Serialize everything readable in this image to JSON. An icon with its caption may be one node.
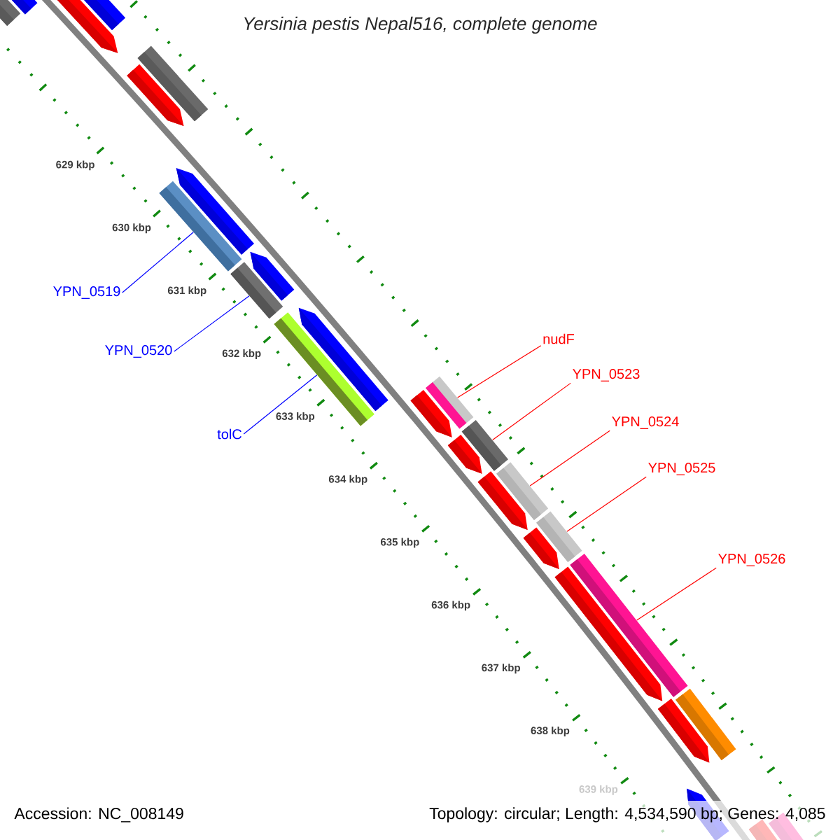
{
  "diagram": {
    "title": "Yersinia pestis Nepal516, complete genome",
    "nodes": [
      {
        "text": [
          "YPN_0519"
        ]
      },
      {
        "text": [],
        "shape": "bar"
      },
      {
        "text": [
          "YPN_0520"
        ]
      },
      {
        "text": [],
        "shape": "bar"
      },
      {
        "text": [
          "tolC"
        ]
      },
      {
        "text": [],
        "shape": "bar"
      },
      {
        "text": [
          "nudF"
        ]
      },
      {
        "text": [],
        "shape": "bar"
      },
      {
        "text": [
          "YPN_0523"
        ]
      },
      {
        "text": [],
        "shape": "bar"
      },
      {
        "text": [
          "YPN_0524"
        ]
      },
      {
        "text": [],
        "shape": "bar"
      },
      {
        "text": [
          "YPN_0525"
        ]
      },
      {
        "text": [],
        "shape": "bar"
      },
      {
        "text": [
          "YPN_0526"
        ]
      },
      {
        "text": [],
        "shape": "bar"
      }
    ],
    "edges": [
      {
        "from": 0,
        "to": 1,
        "arrow": "none",
        "color": "#0000ff"
      },
      {
        "from": 2,
        "to": 3,
        "arrow": "none",
        "color": "#0000ff"
      },
      {
        "from": 4,
        "to": 5,
        "arrow": "none",
        "color": "#0000ff"
      },
      {
        "from": 6,
        "to": 7,
        "arrow": "none"
      },
      {
        "from": 8,
        "to": 9,
        "arrow": "none"
      },
      {
        "from": 10,
        "to": 11,
        "arrow": "none"
      },
      {
        "from": 12,
        "to": 13,
        "arrow": "none"
      },
      {
        "from": 14,
        "to": 15,
        "arrow": "none"
      }
    ],
    "labels": [
      "629 kbp",
      "630 kbp",
      "631 kbp",
      "632 kbp",
      "633 kbp",
      "634 kbp",
      "635 kbp",
      "636 kbp",
      "637 kbp",
      "638 kbp",
      "639 kbp",
      "Accession: NC_008149",
      "Topology: circular; Length: 4,534,590 bp; Genes: 4,085"
    ]
  }
}
